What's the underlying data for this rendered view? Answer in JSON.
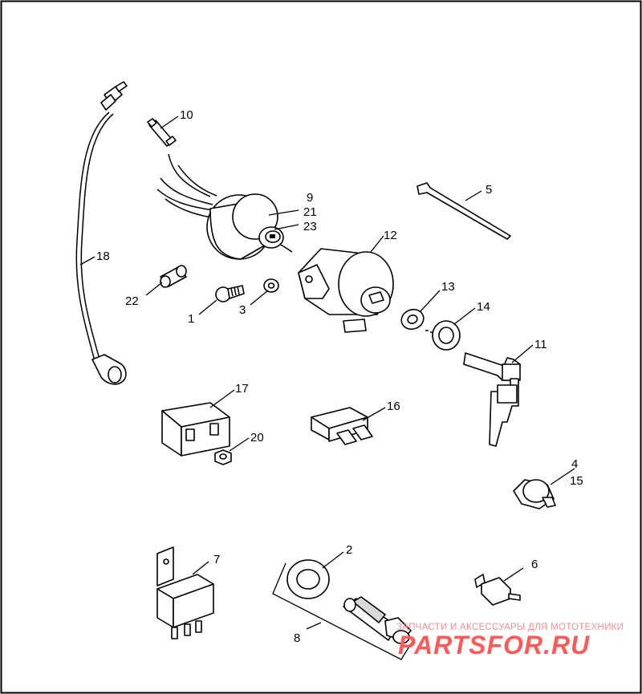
{
  "callouts": {
    "c1": "1",
    "c2": "2",
    "c3": "3",
    "c4": "4",
    "c5": "5",
    "c6": "6",
    "c7": "7",
    "c8": "8",
    "c9": "9",
    "c10": "10",
    "c11": "11",
    "c12": "12",
    "c13": "13",
    "c14": "14",
    "c15": "15",
    "c16": "16",
    "c17": "17",
    "c18": "18",
    "c20": "20",
    "c21": "21",
    "c22": "22",
    "c23": "23"
  },
  "watermark": {
    "caption": "ЗАПЧАСТИ И АКСЕССУАРЫ ДЛЯ МОТОТЕХНИКИ",
    "logo": "PARTSFOR.RU",
    "color": "#ff5a5a"
  }
}
